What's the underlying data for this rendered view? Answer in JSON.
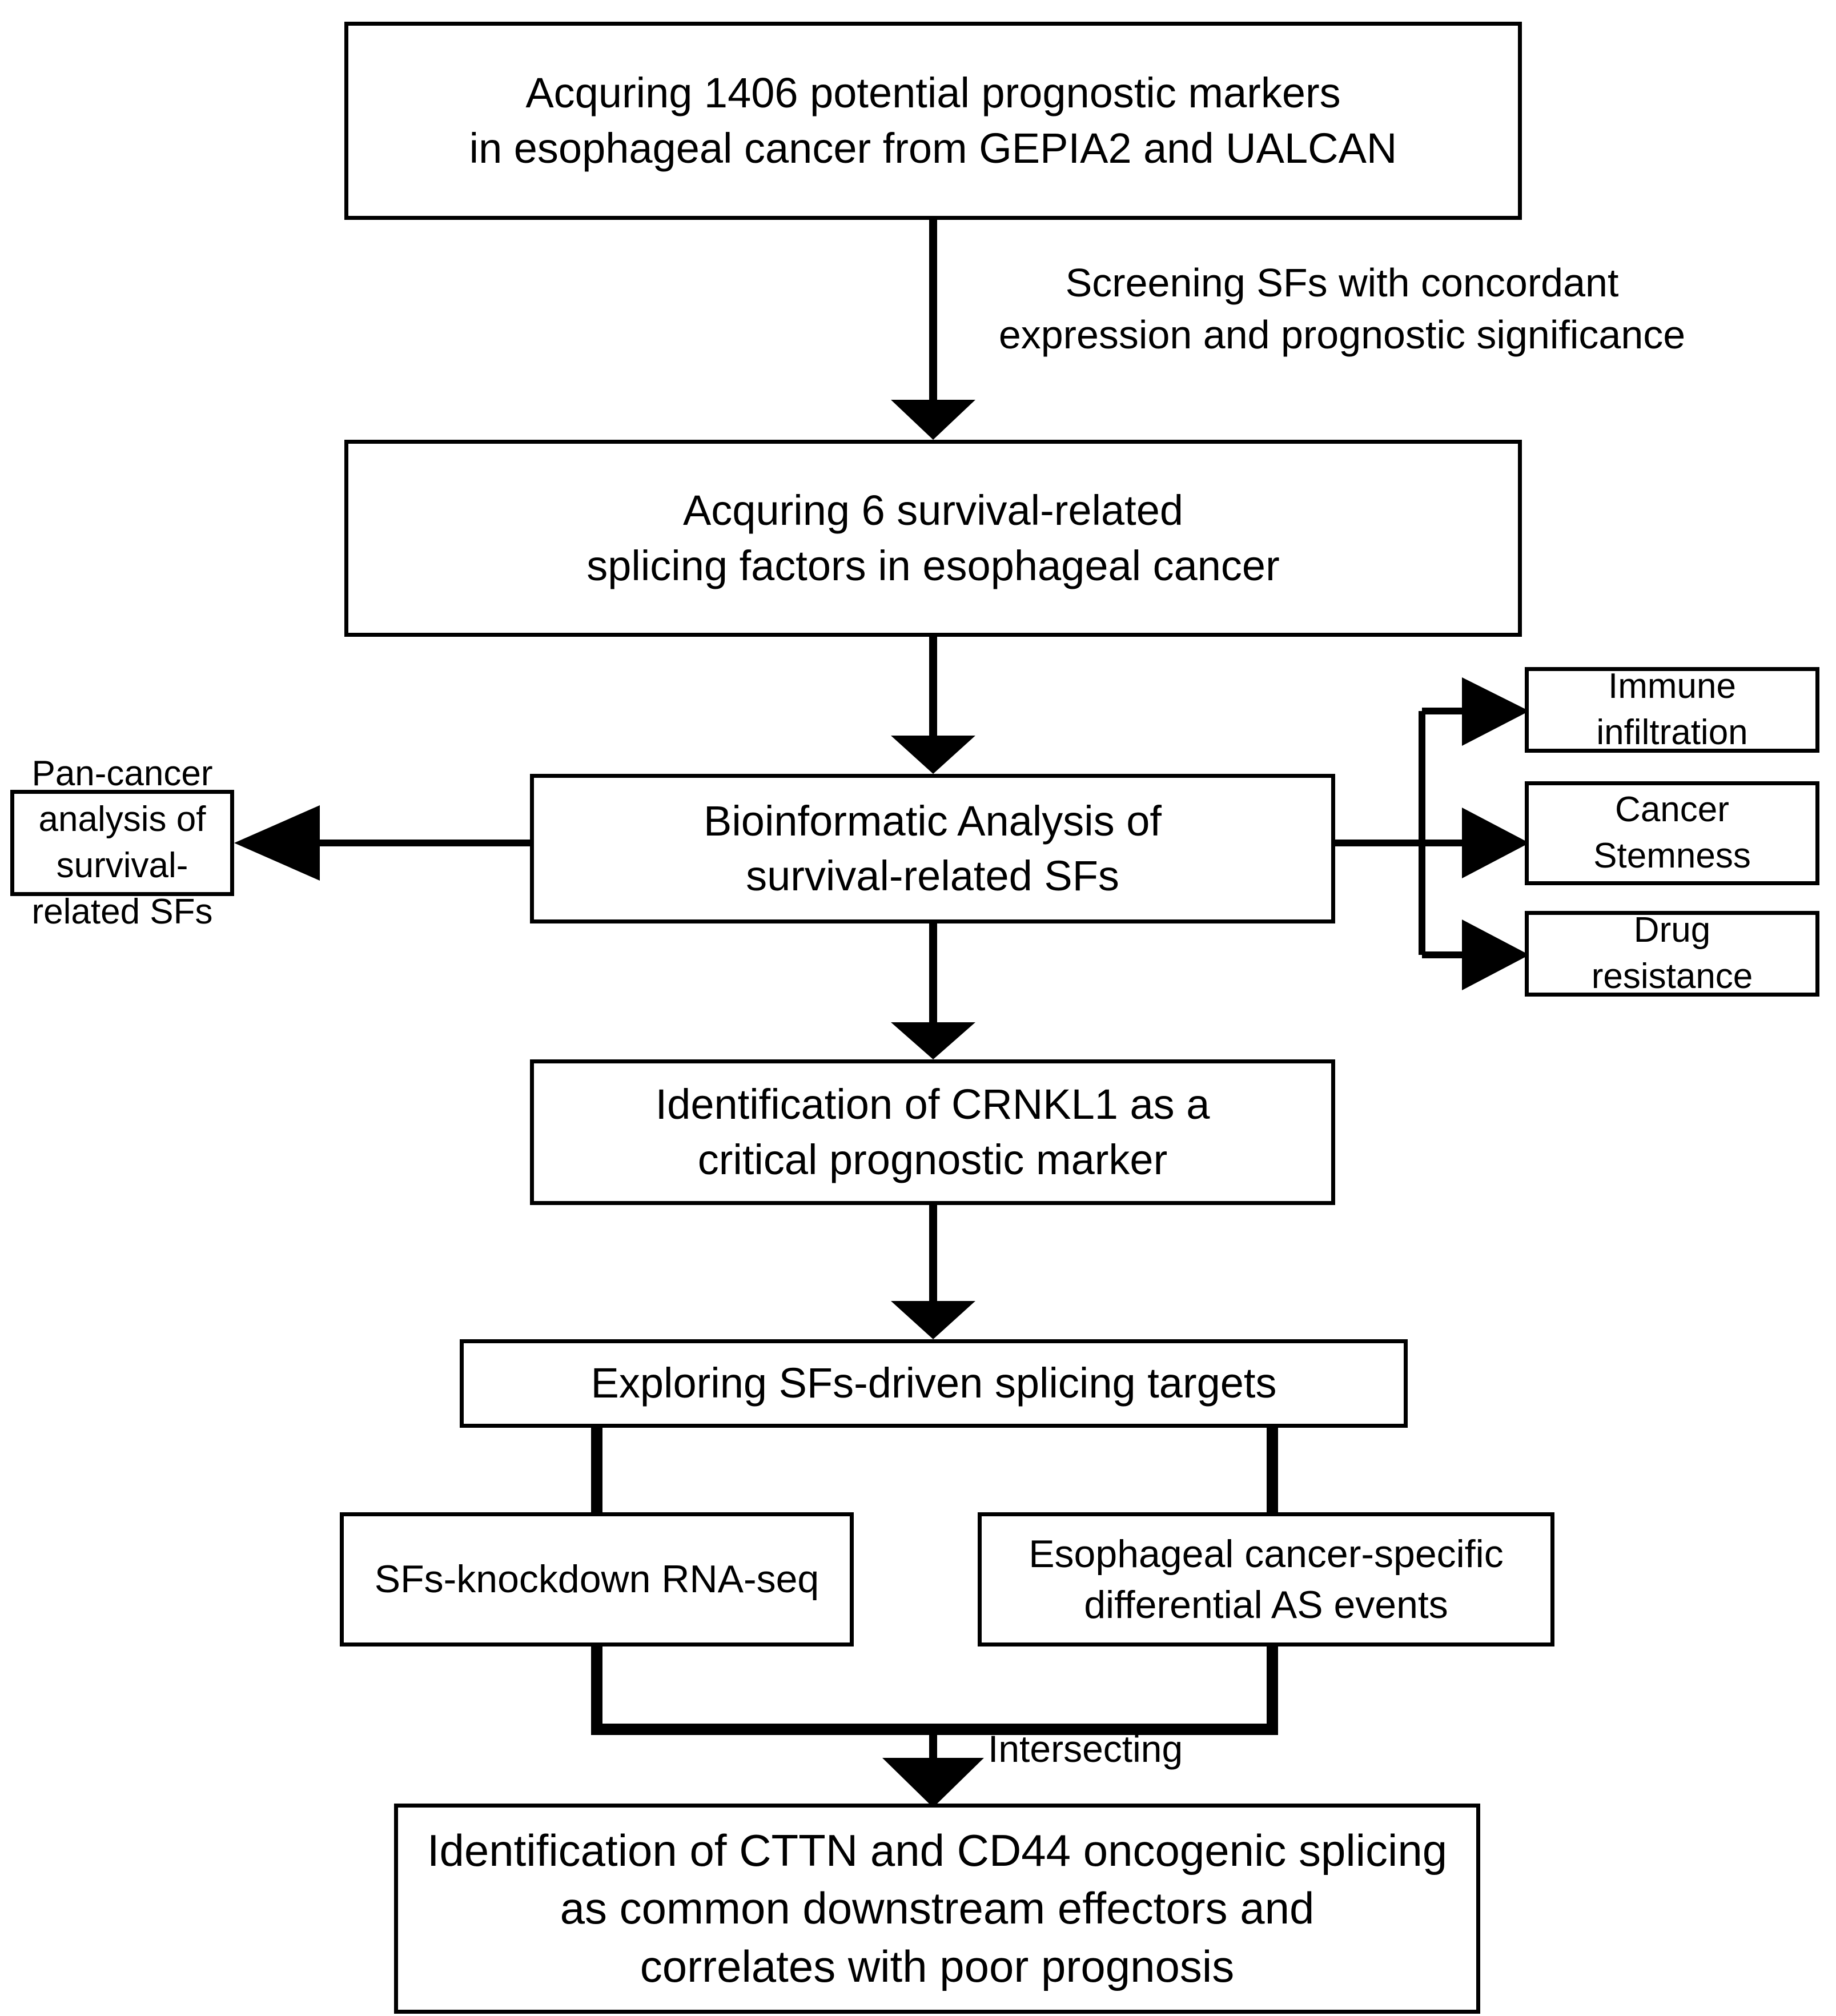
{
  "diagram": {
    "type": "flowchart",
    "orientation": "top-to-bottom",
    "nodes": {
      "markers": "Acquring 1406 potential prognostic markers\nin esophageal cancer from GEPIA2 and UALCAN",
      "survival_sfs": "Acquring 6 survival-related\nsplicing factors in esophageal cancer",
      "bioinformatic": "Bioinformatic Analysis of\nsurvival-related SFs",
      "pan_cancer": "Pan-cancer analysis of\nsurvival-related SFs",
      "immune": "Immune\ninfiltration",
      "stemness": "Cancer\nStemness",
      "drug": "Drug\nresistance",
      "crnkl1": "Identification of CRNKL1 as a\ncritical prognostic marker",
      "exploring": "Exploring SFs-driven splicing targets",
      "rnaseq": "SFs-knockdown RNA-seq",
      "as_events": "Esophageal cancer-specific\ndifferential AS events",
      "final": "Identification of CTTN and CD44 oncogenic splicing\nas common downstream effectors and\ncorrelates with poor prognosis"
    },
    "edge_labels": {
      "screening": "Screening SFs with concordant\nexpression and prognostic significance",
      "intersecting": "Intersecting"
    },
    "colors": {
      "stroke": "#000000",
      "fill": "#ffffff",
      "text": "#000000"
    }
  }
}
